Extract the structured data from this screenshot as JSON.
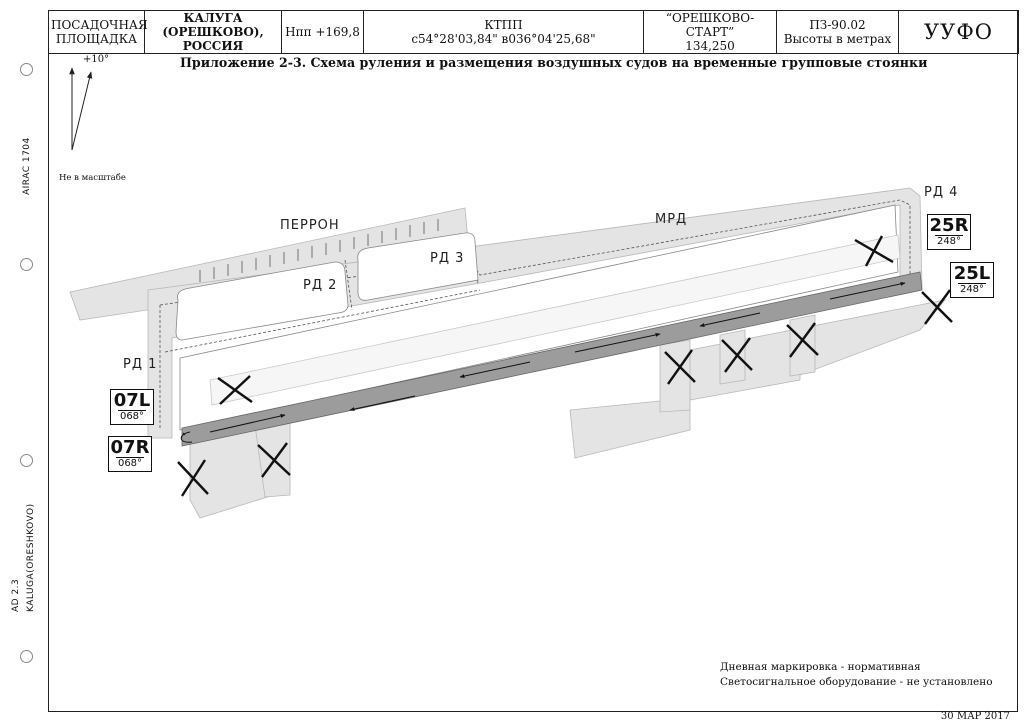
{
  "header": {
    "type_label": "ПОСАДОЧНАЯ ПЛОЩАДКА",
    "location": "КАЛУГА (ОРЕШКОВО), РОССИЯ",
    "elevation": "Нпп +169,8",
    "ktpp_label": "КТПП",
    "ktpp_coords": "с54°28'03,84\" в036°04'25,68\"",
    "radio_name": "“ОРЕШКОВО-СТАРТ”",
    "radio_freq": "134,250",
    "pz": "ПЗ-90.02",
    "heights": "Высоты в метрах",
    "icao": "УУФО"
  },
  "title": "Приложение 2-3. Схема руления и размещения воздушных судов на временные групповые стоянки",
  "north": {
    "declination": "+10°",
    "scale_note": "Не в масштабе"
  },
  "side": {
    "airac": "AIRAC 1704",
    "ad": "AD 2.3",
    "place": "KALUGA(ORESHKOVO)"
  },
  "labels": {
    "apron": "ПЕРРОН",
    "mrd": "МРД",
    "rd1": "РД 1",
    "rd2": "РД 2",
    "rd3": "РД 3",
    "rd4": "РД 4"
  },
  "runways": [
    {
      "designator": "07L",
      "course": "068°"
    },
    {
      "designator": "07R",
      "course": "068°"
    },
    {
      "designator": "25R",
      "course": "248°"
    },
    {
      "designator": "25L",
      "course": "248°"
    }
  ],
  "notes": {
    "marking": "Дневная маркировка - нормативная",
    "lighting": "Светосигнальное оборудование - не установлено"
  },
  "date": "30 МАР 2017",
  "colors": {
    "pavement": "#e4e4e4",
    "runway_dark": "#9c9c9c",
    "line": "#333333"
  }
}
